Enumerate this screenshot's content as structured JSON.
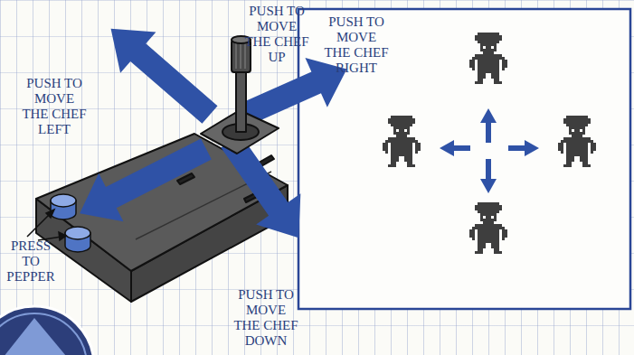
{
  "diagram": {
    "labels": [
      "PUSH TO MOVE THE CHEF UP",
      "PUSH TO MOVE THE CHEF RIGHT",
      "PUSH TO MOVE THE CHEF LEFT",
      "PRESS TO PEPPER",
      "PUSH TO MOVE THE CHEF DOWN"
    ]
  }
}
